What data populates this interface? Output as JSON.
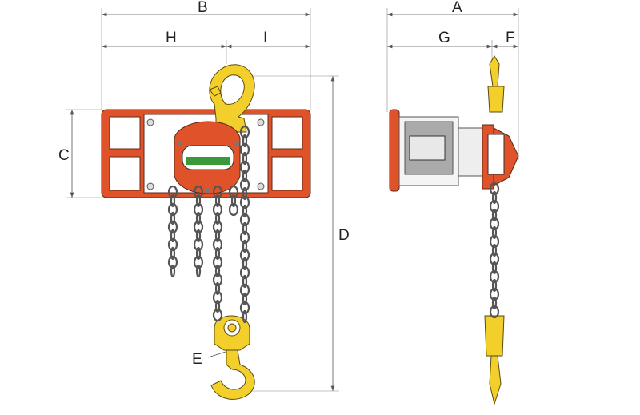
{
  "diagram": {
    "title": "Chain hoist dimension drawing",
    "dimension_labels": {
      "A": "A",
      "B": "B",
      "C": "C",
      "D": "D",
      "E": "E",
      "F": "F",
      "G": "G",
      "H": "H",
      "I": "I"
    },
    "colors": {
      "frame": "#e0532a",
      "hook": "#f2cf2a",
      "plate": "#3a9a3a",
      "chain": "#bfbfbf"
    }
  }
}
